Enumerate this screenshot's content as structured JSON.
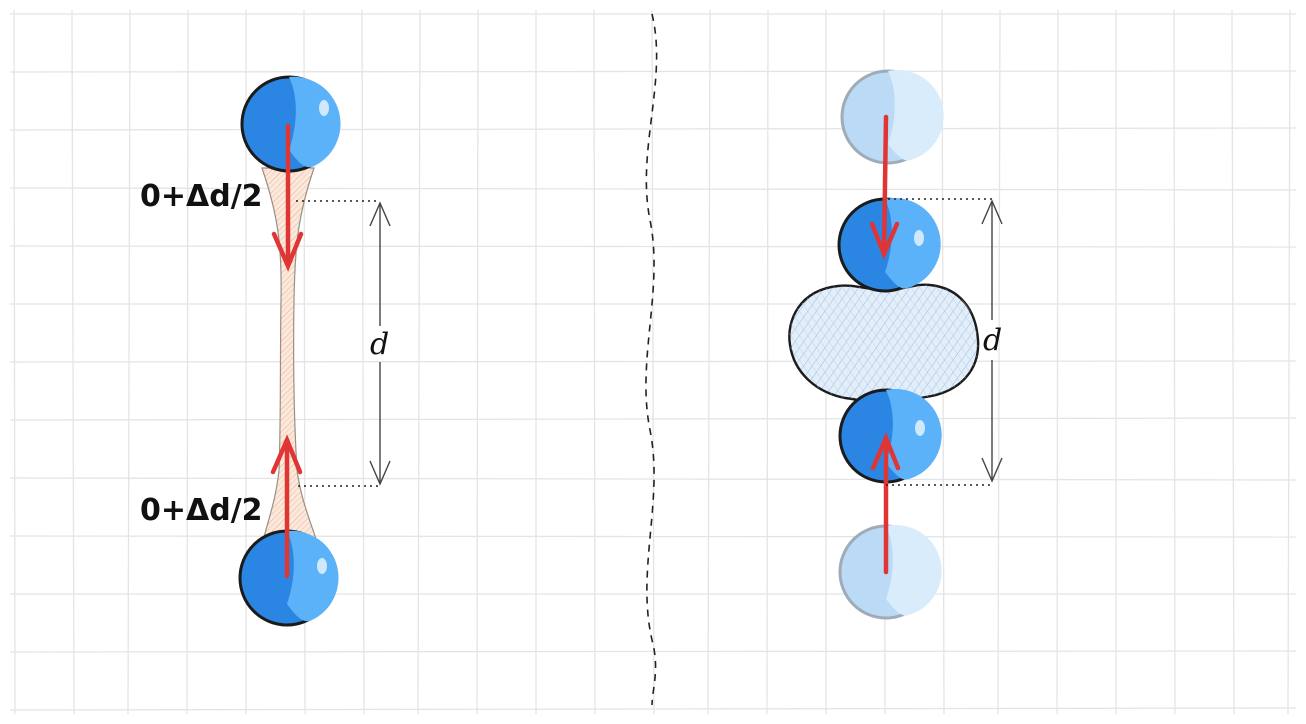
{
  "left_panel": {
    "top_label": "0+Δd/2",
    "bottom_label": "0+Δd/2",
    "distance_label": "d"
  },
  "right_panel": {
    "distance_label": "d"
  },
  "colors": {
    "sphere": "#2a86e2",
    "sphere_highlight": "#5cb2f8",
    "sphere_faded": "#b8d9f6",
    "arrow": "#e03535",
    "outline": "#1b1b1b",
    "grid": "#e3e3e3",
    "stretch_fill": "#f8dcc8",
    "compress_fill": "#cfe3f5"
  }
}
